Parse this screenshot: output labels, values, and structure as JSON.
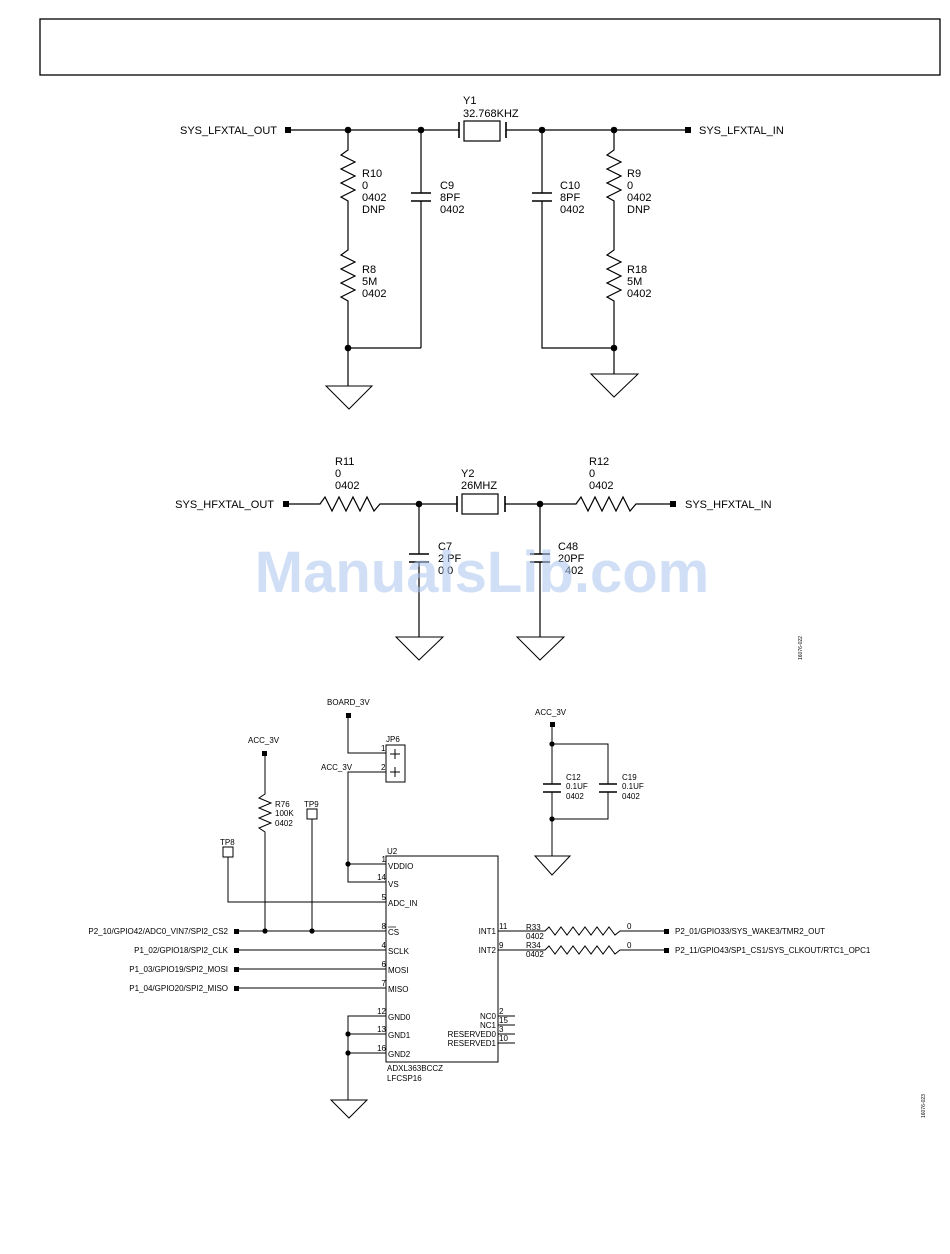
{
  "header": {
    "text": ""
  },
  "watermark": {
    "text": "ManualsLib.com"
  },
  "figure_ids": {
    "top": "16076-022",
    "bottom": "16076-023"
  },
  "lfxtal": {
    "net_out": "SYS_LFXTAL_OUT",
    "net_in": "SYS_LFXTAL_IN",
    "y1": {
      "ref": "Y1",
      "value": "32.768KHZ"
    },
    "r10": {
      "ref": "R10",
      "value": "0",
      "size": "0402",
      "note": "DNP"
    },
    "r8": {
      "ref": "R8",
      "value": "5M",
      "size": "0402"
    },
    "c9": {
      "ref": "C9",
      "value": "8PF",
      "size": "0402"
    },
    "c10": {
      "ref": "C10",
      "value": "8PF",
      "size": "0402"
    },
    "r9": {
      "ref": "R9",
      "value": "0",
      "size": "0402",
      "note": "DNP"
    },
    "r18": {
      "ref": "R18",
      "value": "5M",
      "size": "0402"
    }
  },
  "hfxtal": {
    "net_out": "SYS_HFXTAL_OUT",
    "net_in": "SYS_HFXTAL_IN",
    "y2": {
      "ref": "Y2",
      "value": "26MHZ"
    },
    "r11": {
      "ref": "R11",
      "value": "0",
      "size": "0402"
    },
    "r12": {
      "ref": "R12",
      "value": "0",
      "size": "0402"
    },
    "c7": {
      "ref": "C7",
      "value": "2  PF",
      "size": "0  0"
    },
    "c48": {
      "ref": "C48",
      "value": "20PF",
      "size": "402"
    }
  },
  "accel": {
    "board_3v": "BOARD_3V",
    "acc_3v": "ACC_3V",
    "jp6": {
      "ref": "JP6",
      "pin1": "1",
      "pin2": "2"
    },
    "r76": {
      "ref": "R76",
      "value": "100K",
      "size": "0402"
    },
    "tp9": "TP9",
    "tp8": "TP8",
    "c12": {
      "ref": "C12",
      "value": "0.1UF",
      "size": "0402"
    },
    "c19": {
      "ref": "C19",
      "value": "0.1UF",
      "size": "0402"
    },
    "r33": {
      "ref": "R33",
      "value": "0",
      "size": "0402"
    },
    "r34": {
      "ref": "R34",
      "value": "0",
      "size": "0402"
    },
    "u2": {
      "ref": "U2",
      "part": "ADXL363BCCZ",
      "package": "LFCSP16",
      "left_pins": [
        {
          "num": "1",
          "name": "VDDIO"
        },
        {
          "num": "14",
          "name": "VS"
        },
        {
          "num": "5",
          "name": "ADC_IN"
        },
        {
          "num": "8",
          "name": "CS"
        },
        {
          "num": "4",
          "name": "SCLK"
        },
        {
          "num": "6",
          "name": "MOSI"
        },
        {
          "num": "7",
          "name": "MISO"
        },
        {
          "num": "12",
          "name": "GND0"
        },
        {
          "num": "13",
          "name": "GND1"
        },
        {
          "num": "16",
          "name": "GND2"
        }
      ],
      "right_pins": [
        {
          "num": "11",
          "name": "INT1"
        },
        {
          "num": "9",
          "name": "INT2"
        },
        {
          "num": "2",
          "name": "NC0"
        },
        {
          "num": "15",
          "name": "NC1"
        },
        {
          "num": "3",
          "name": "RESERVED0"
        },
        {
          "num": "10",
          "name": "RESERVED1"
        }
      ]
    },
    "nets": {
      "cs": "P2_10/GPIO42/ADC0_VIN7/SPI2_CS2",
      "clk": "P1_02/GPIO18/SPI2_CLK",
      "mosi": "P1_03/GPIO19/SPI2_MOSI",
      "miso": "P1_04/GPIO20/SPI2_MISO",
      "int1": "P2_01/GPIO33/SYS_WAKE3/TMR2_OUT",
      "int2": "P2_11/GPIO43/SP1_CS1/SYS_CLKOUT/RTC1_OPC1"
    }
  }
}
